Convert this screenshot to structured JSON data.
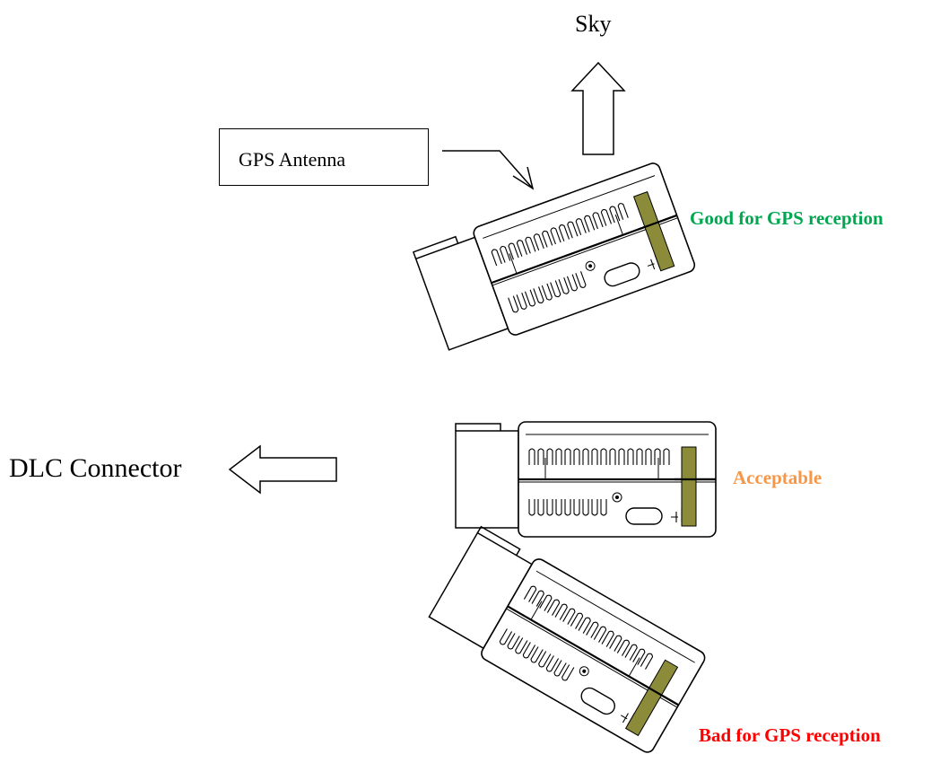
{
  "sky_label": "Sky",
  "antenna_label": "GPS Antenna",
  "dlc_label": "DLC Connector",
  "states": [
    {
      "label": "Good for GPS reception",
      "color": "#00a650"
    },
    {
      "label": "Acceptable",
      "color": "#f79646"
    },
    {
      "label": "Bad for GPS reception",
      "color": "#ff0000"
    }
  ],
  "antenna_color": "#8b8b3a"
}
